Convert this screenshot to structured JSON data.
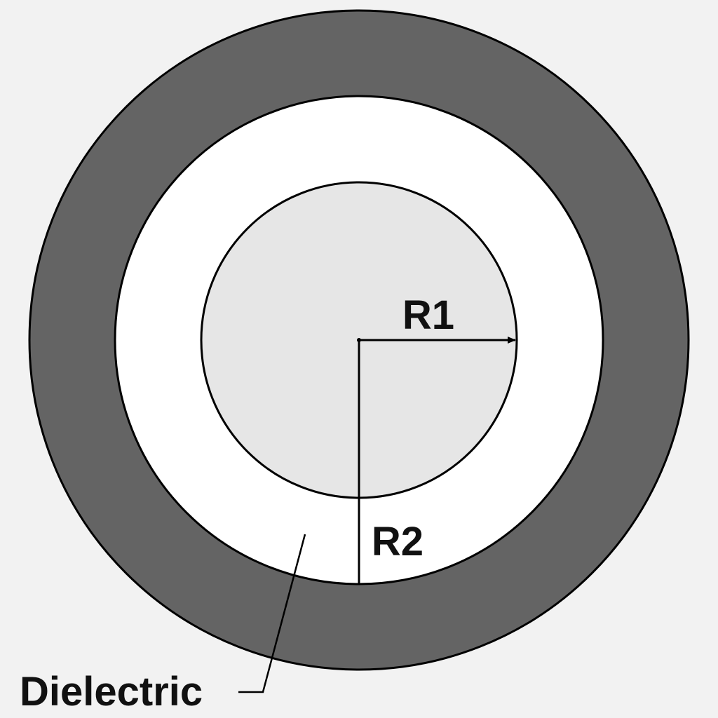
{
  "diagram": {
    "labels": {
      "r1": "R1",
      "r2": "R2",
      "dielectric": "Dielectric"
    },
    "colors": {
      "background": "#f2f2f2",
      "outer_conductor": "#646464",
      "dielectric": "#ffffff",
      "inner_conductor": "#e6e6e6",
      "stroke": "#000000",
      "text": "#111111"
    }
  }
}
